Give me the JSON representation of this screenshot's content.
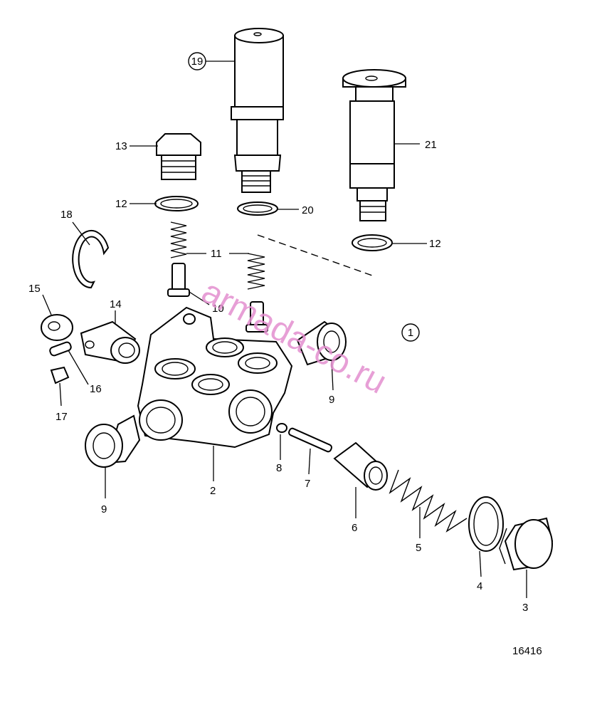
{
  "drawing_number": "16416",
  "watermark": "armada-co.ru",
  "callouts": {
    "c1": "1",
    "c2": "2",
    "c3": "3",
    "c4": "4",
    "c5": "5",
    "c6": "6",
    "c7": "7",
    "c8": "8",
    "c9a": "9",
    "c9b": "9",
    "c10": "10",
    "c11": "11",
    "c12a": "12",
    "c12b": "12",
    "c13": "13",
    "c14": "14",
    "c15": "15",
    "c16": "16",
    "c17": "17",
    "c18": "18",
    "c19": "19",
    "c20": "20",
    "c21": "21"
  }
}
